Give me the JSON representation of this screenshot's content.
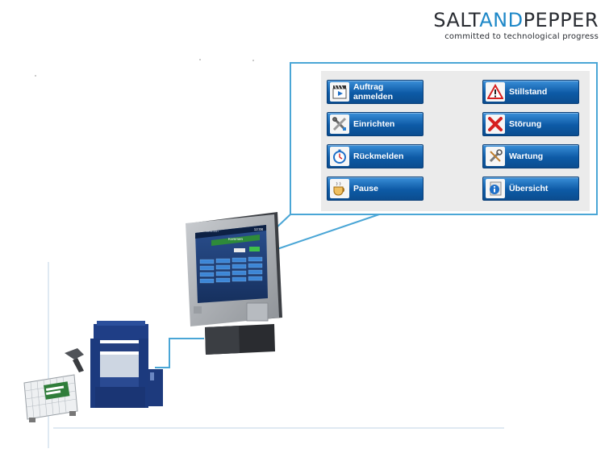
{
  "brand": {
    "word_dark": "SALT",
    "word_blue": "AND",
    "word_dark2": "PEPPER",
    "tagline": "committed to technological progress",
    "color_dark": "#2a2d33",
    "color_blue": "#1e88c8"
  },
  "menu": {
    "buttons": [
      {
        "label": "Auftrag anmelden",
        "icon": "clapperboard-icon"
      },
      {
        "label": "Einrichten",
        "icon": "tools-icon"
      },
      {
        "label": "Rückmelden",
        "icon": "stopwatch-icon"
      },
      {
        "label": "Pause",
        "icon": "coffee-cup-icon"
      },
      {
        "label": "Stillstand",
        "icon": "warning-triangle-icon"
      },
      {
        "label": "Störung",
        "icon": "red-x-icon"
      },
      {
        "label": "Wartung",
        "icon": "wrench-icon"
      },
      {
        "label": "Übersicht",
        "icon": "info-icon"
      }
    ],
    "button_color": "#0d5aa6",
    "accent_color": "#4aa6d6"
  },
  "terminal": {
    "screen_title": "Kommen",
    "screen_time": "12:08",
    "screen_date": "16.01.2017"
  }
}
